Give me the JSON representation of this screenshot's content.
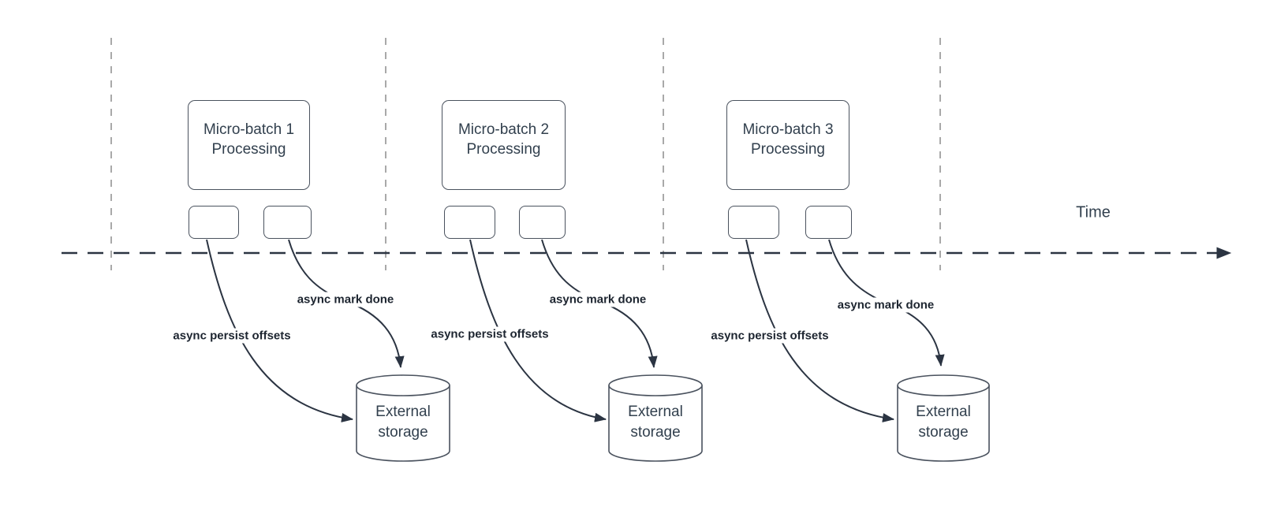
{
  "diagram": {
    "colors": {
      "bg": "#ffffff",
      "connector": "#2b3442",
      "border": "#4a525e",
      "text": "#32404e",
      "label": "#1d2530",
      "guide": "#a9a9a9"
    },
    "time_axis": {
      "label": "Time"
    },
    "batches": [
      {
        "title": "Micro-batch 1",
        "subtitle": "Processing",
        "persist_label": "async persist offsets",
        "done_label": "async mark done",
        "storage_label": "External storage"
      },
      {
        "title": "Micro-batch 2",
        "subtitle": "Processing",
        "persist_label": "async persist offsets",
        "done_label": "async mark done",
        "storage_label": "External storage"
      },
      {
        "title": "Micro-batch 3",
        "subtitle": "Processing",
        "persist_label": "async persist offsets",
        "done_label": "async mark done",
        "storage_label": "External storage"
      }
    ]
  }
}
